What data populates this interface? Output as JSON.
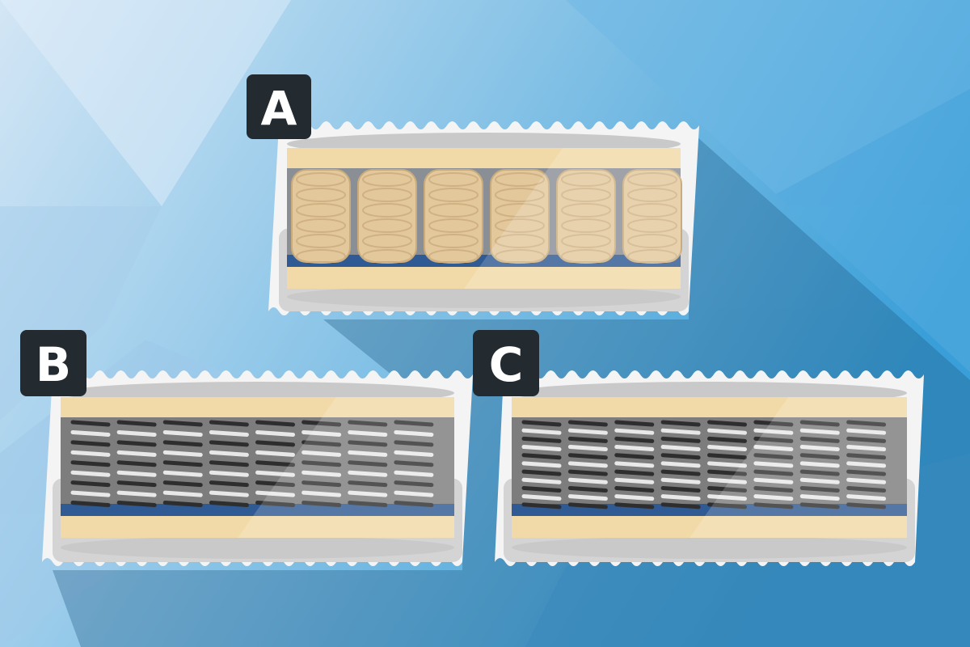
{
  "labels": {
    "a": "A",
    "b": "B",
    "c": "C"
  },
  "colors": {
    "background_light": "#cfe3f4",
    "background_dark": "#3a9fd8",
    "label_box": "#232a30",
    "foam": "#f2d9a8",
    "base": "#2f5a93",
    "cover": "#f4f4f4",
    "spring_dark": "#2e2e2e",
    "spring_light": "#e8e8e8",
    "pocket": "#e3c89c"
  }
}
